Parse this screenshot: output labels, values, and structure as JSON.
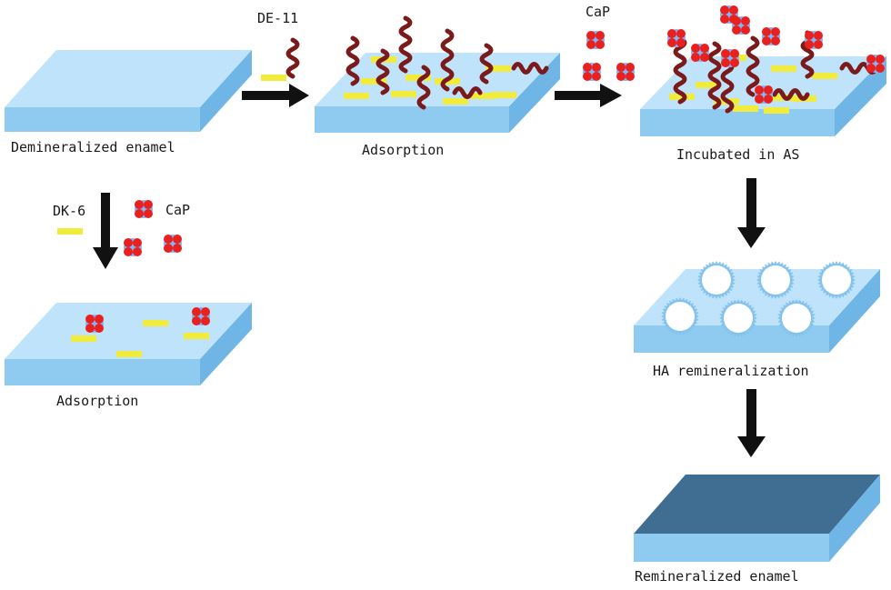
{
  "labels": {
    "de11": "DE-11",
    "dk6": "DK-6",
    "cap_top": "CaP",
    "cap_left": "CaP"
  },
  "captions": {
    "demineralized": "Demineralized enamel",
    "adsorption_top": "Adsorption",
    "incubated": "Incubated in AS",
    "adsorption_left": "Adsorption",
    "ha": "HA remineralization",
    "remineralized": "Remineralized enamel"
  },
  "colors": {
    "slab_top": "#bfe3fb",
    "slab_front": "#8fcbf1",
    "slab_side": "#6fb6e6",
    "remin_top": "#3f6e92",
    "remin_front": "#8fcbf1",
    "peptide_rod": "#f1ec3c",
    "peptide_chain": "#7a1a1a",
    "cap_red": "#e8201e",
    "cap_blue": "#7fb7ff",
    "arrow": "#111111",
    "ha_ring": "#86c3ec"
  },
  "icons": {
    "rod": "dk6-rod-icon",
    "chain": "de11-chain-icon",
    "cluster": "cap-cluster-icon",
    "crystal": "ha-crystal-icon"
  }
}
